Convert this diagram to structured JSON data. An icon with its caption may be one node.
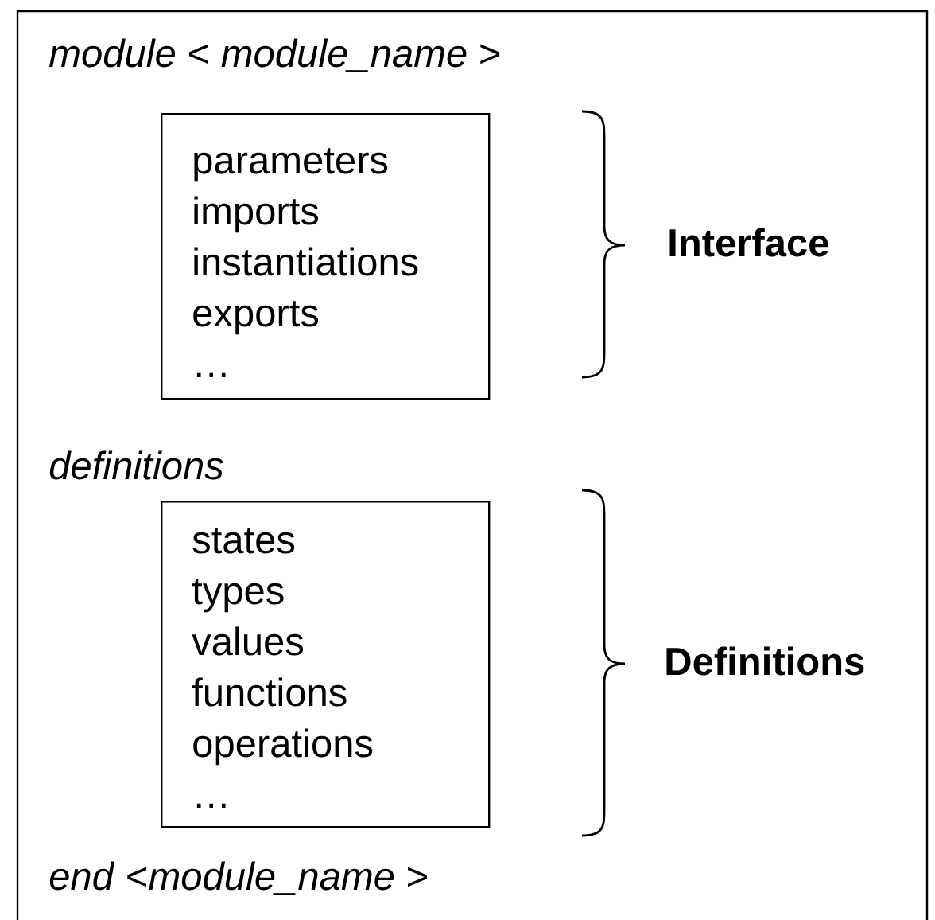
{
  "diagram": {
    "nodes": [
      {
        "text": [
          "*module* < *module_name* >",
          "definitions",
          "*end* <*module_name* >"
        ]
      },
      {
        "text": [
          "parameters",
          "imports",
          "instantiations",
          "exports",
          "…"
        ],
        "in": 0
      },
      {
        "text": [
          "states",
          "types",
          "values",
          "functions",
          "operations",
          "…"
        ],
        "in": 0
      }
    ],
    "labels": [
      "Interface",
      "Definitions"
    ]
  }
}
